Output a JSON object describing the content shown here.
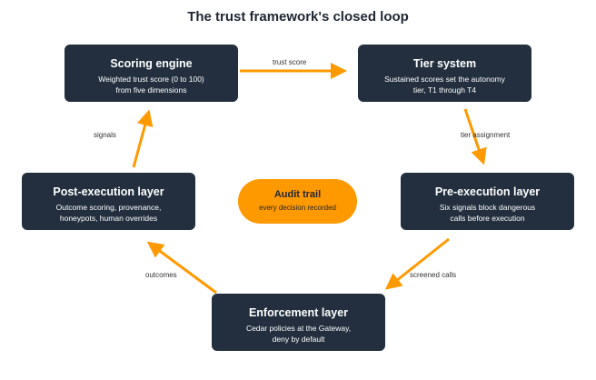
{
  "title": "The trust framework's closed loop",
  "nodes": {
    "scoring": {
      "name": "Scoring engine",
      "desc1": "Weighted trust score (0 to 100)",
      "desc2": "from five dimensions"
    },
    "tier": {
      "name": "Tier system",
      "desc1": "Sustained scores set the autonomy",
      "desc2": "tier, T1 through T4"
    },
    "pre": {
      "name": "Pre-execution layer",
      "desc1": "Six signals block dangerous",
      "desc2": "calls before execution"
    },
    "enforce": {
      "name": "Enforcement layer",
      "desc1": "Cedar policies at the Gateway,",
      "desc2": "deny by default"
    },
    "post": {
      "name": "Post-execution layer",
      "desc1": "Outcome scoring, provenance,",
      "desc2": "honeypots, human overrides"
    }
  },
  "audit": {
    "name": "Audit trail",
    "desc": "every decision recorded"
  },
  "edges": {
    "trust_score": "trust score",
    "tier_assignment": "tier assignment",
    "screened_calls": "screened calls",
    "outcomes": "outcomes",
    "signals": "signals"
  },
  "colors": {
    "node_bg": "#232f3e",
    "accent": "#ff9900",
    "node_text": "#ffffff",
    "title_text": "#1f2633"
  }
}
